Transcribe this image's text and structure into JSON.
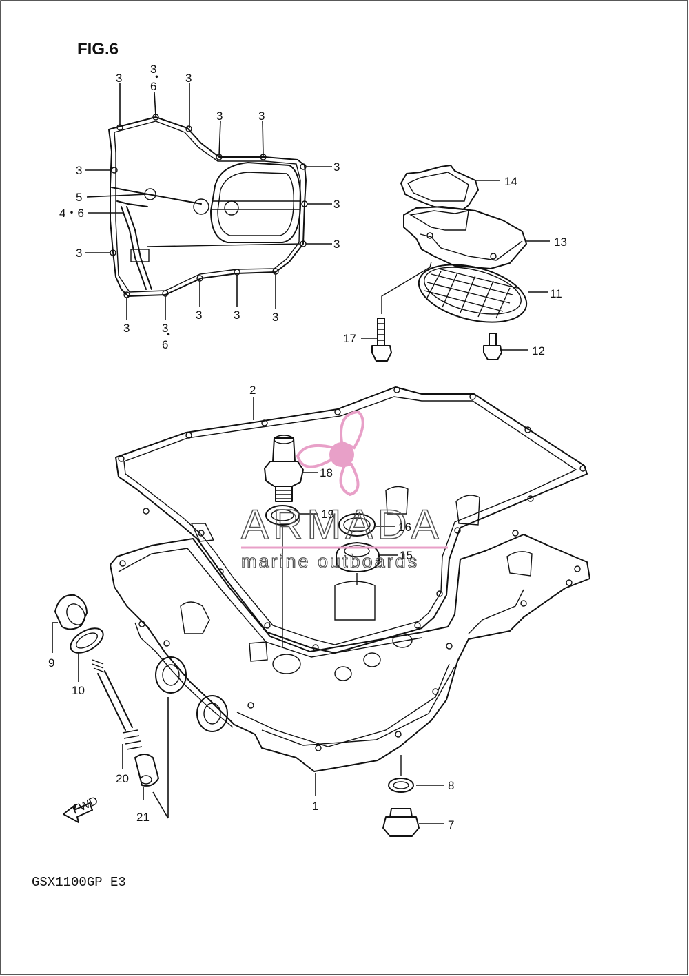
{
  "figure": {
    "title": "FIG.6",
    "model": "GSX1100GP  E3"
  },
  "watermark": {
    "brand": "ARMADA",
    "tagline": "marine outboards",
    "color": "#e8a0c8"
  },
  "fwd_arrow": {
    "text": "FWD"
  },
  "callouts": {
    "c3_top_a": "3",
    "c3_top_b": "3",
    "c6_top_b": "6",
    "c3_top_c": "3",
    "c3_top_d": "3",
    "c3_top_e": "3",
    "c3_left_a": "3",
    "c5": "5",
    "c46": "4・6",
    "c3_left_b": "3",
    "c3_right_a": "3",
    "c3_right_b": "3",
    "c3_right_c": "3",
    "c3_bot_a": "3",
    "c3_bot_b": "3",
    "c6_bot_b": "6",
    "c3_bot_c": "3",
    "c3_bot_d": "3",
    "c3_bot_e": "3",
    "c14": "14",
    "c13": "13",
    "c11": "11",
    "c17": "17",
    "c12": "12",
    "c2": "2",
    "c18": "18",
    "c19": "19",
    "c16": "16",
    "c15": "15",
    "c9": "9",
    "c10": "10",
    "c20": "20",
    "c21": "21",
    "c1": "1",
    "c8": "8",
    "c7": "7"
  }
}
